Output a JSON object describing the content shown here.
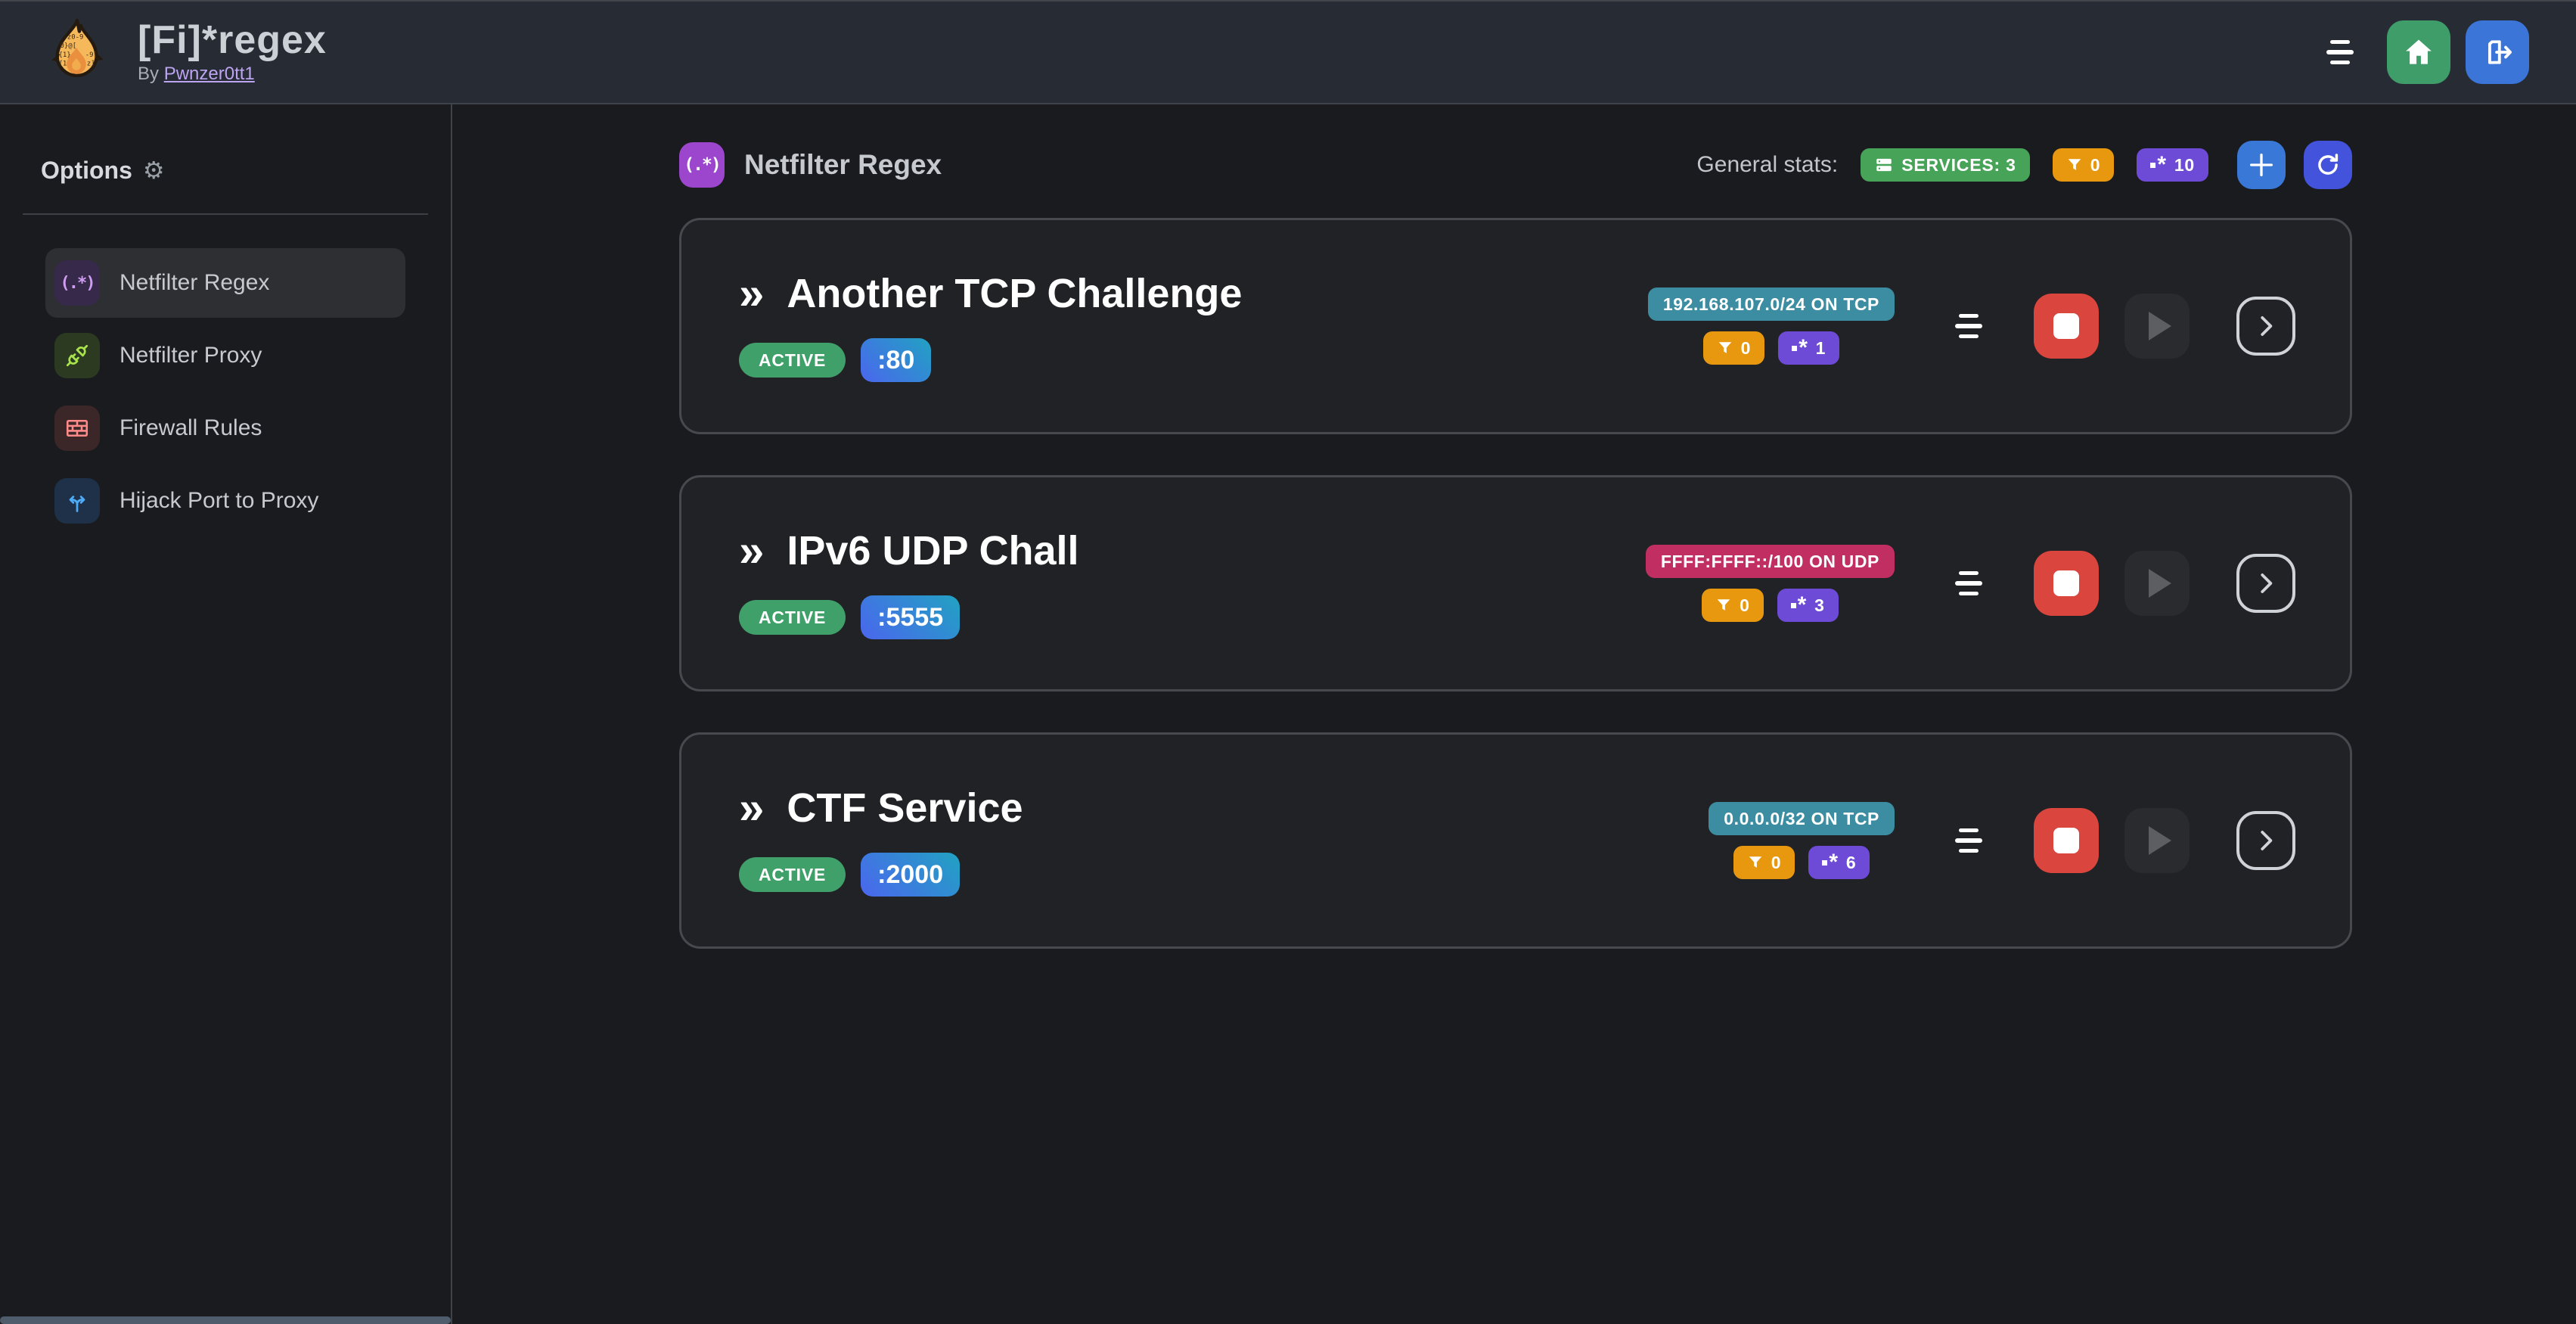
{
  "header": {
    "title": "[Fi]*regex",
    "byline_prefix": "By",
    "author": "Pwnzer0tt1"
  },
  "sidebar": {
    "heading": "Options",
    "gear_glyph": "⚙",
    "items": [
      {
        "label": "Netfilter Regex",
        "glyph": "(.*)",
        "active": true
      },
      {
        "label": "Netfilter Proxy",
        "active": false
      },
      {
        "label": "Firewall Rules",
        "active": false
      },
      {
        "label": "Hijack Port to Proxy",
        "active": false
      }
    ]
  },
  "main": {
    "section_glyph": "(.*)",
    "section_title": "Netfilter Regex",
    "stats_label": "General stats:",
    "services_badge": "SERVICES: 3",
    "filters_total": "0",
    "regexes_total": "10",
    "card_marker": "»"
  },
  "services": [
    {
      "name": "Another TCP Challenge",
      "status": "ACTIVE",
      "port": ":80",
      "target": "192.168.107.0/24 ON TCP",
      "target_color": "#3d8da2",
      "filters": "0",
      "regexes": "1"
    },
    {
      "name": "IPv6 UDP Chall",
      "status": "ACTIVE",
      "port": ":5555",
      "target": "FFFF:FFFF::/100 ON UDP",
      "target_color": "#c12f62",
      "filters": "0",
      "regexes": "3"
    },
    {
      "name": "CTF Service",
      "status": "ACTIVE",
      "port": ":2000",
      "target": "0.0.0.0/32 ON TCP",
      "target_color": "#3d8da2",
      "filters": "0",
      "regexes": "6"
    }
  ],
  "colors": {
    "page_bg": "#1a1b1e",
    "header_bg": "#262b34",
    "card_bg": "#212226",
    "card_border": "#47494e",
    "active_green": "#40a06a",
    "services_green": "#47a357",
    "filter_orange": "#e8980e",
    "regex_purple": "#6d4bd7",
    "target_teal": "#3d8da2",
    "target_pink": "#c12f62",
    "home_green": "#3f9d69",
    "logout_blue": "#3b75d8",
    "add_blue": "#3a78d8",
    "refresh_indigo": "#4453dc",
    "stop_red": "#da453e",
    "port_gradient_from": "#4b66ee",
    "port_gradient_to": "#21a2c2",
    "link_purple": "#bda4f0"
  }
}
